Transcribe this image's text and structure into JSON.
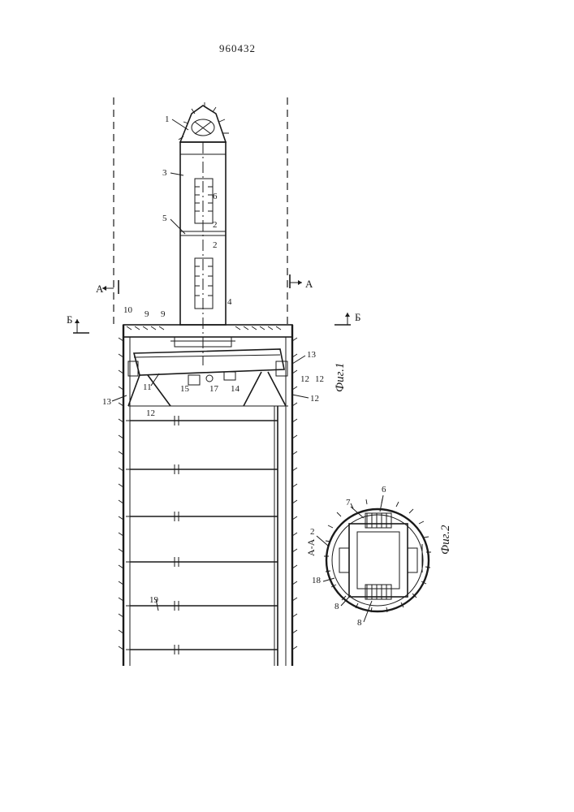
{
  "document": {
    "number": "960432"
  },
  "figures": [
    {
      "id": "fig1",
      "caption": "Фиг.1"
    },
    {
      "id": "fig2",
      "caption": "Фиг.2"
    }
  ],
  "section_labels": {
    "a_top": "А",
    "a_bottom": "А",
    "b_top": "Б",
    "b_bottom": "Б",
    "aa_view": "А-А"
  },
  "callouts": {
    "fig1": [
      "1",
      "3",
      "6",
      "2",
      "5",
      "2",
      "4",
      "10",
      "9",
      "9",
      "11",
      "15",
      "17",
      "14",
      "13",
      "12",
      "13",
      "12",
      "12",
      "12",
      "19"
    ],
    "fig2": [
      "7",
      "6",
      "2",
      "18",
      "8",
      "8"
    ]
  }
}
